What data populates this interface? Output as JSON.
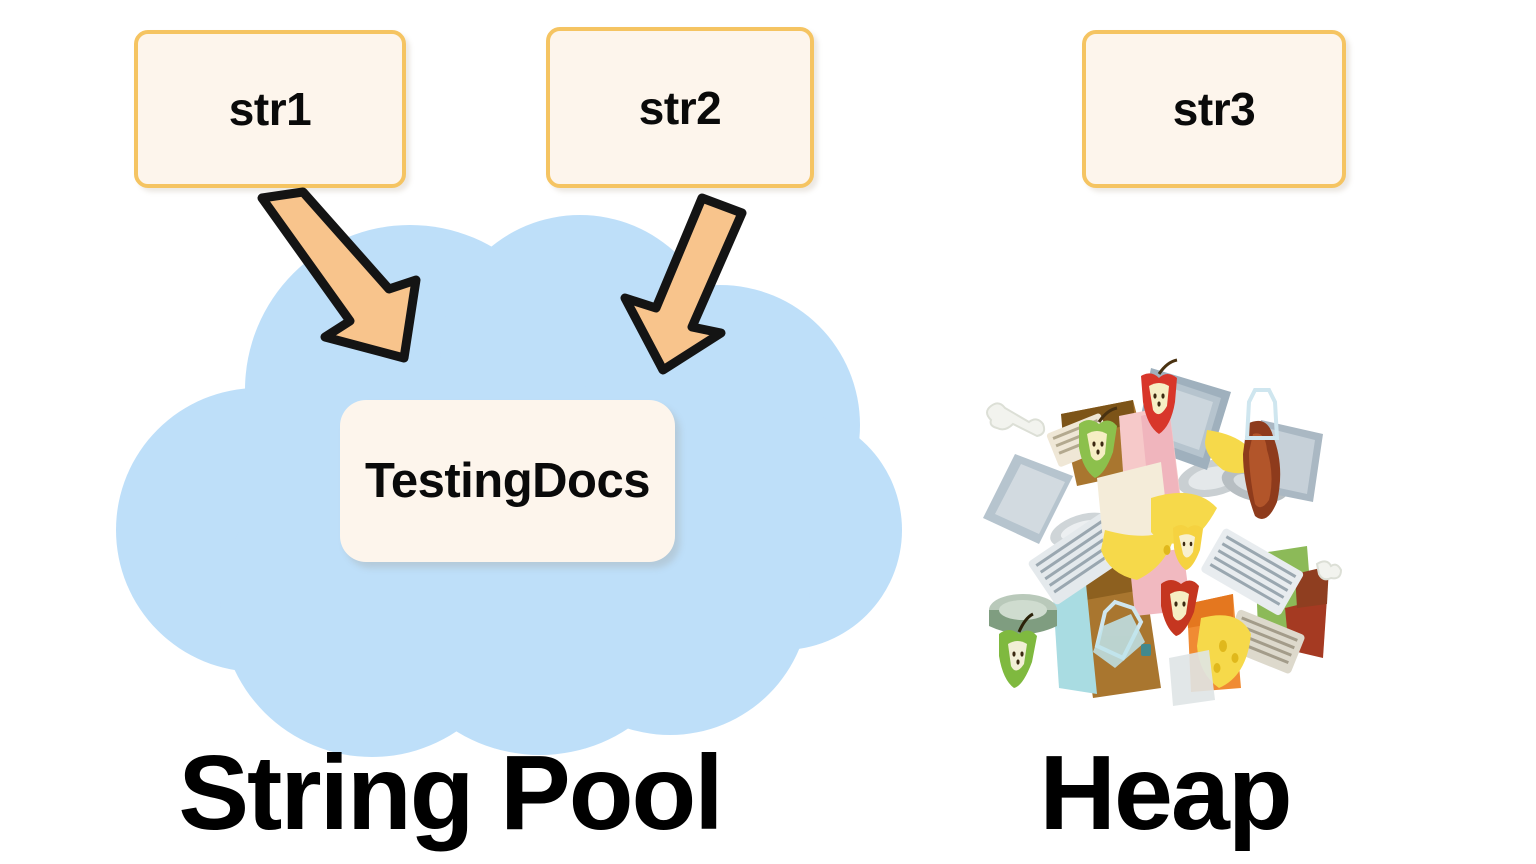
{
  "diagram": {
    "title": "Java String Pool and Heap memory diagram",
    "background_color": "#ffffff"
  },
  "colors": {
    "box_fill": "#fdf5ec",
    "box_border": "#f5c462",
    "cloud_fill": "#bedff9",
    "arrow_fill": "#f8c48c",
    "arrow_outline": "#111111",
    "text": "#0a0a0a"
  },
  "references": [
    {
      "id": "str1",
      "label": "str1"
    },
    {
      "id": "str2",
      "label": "str2"
    },
    {
      "id": "str3",
      "label": "str3"
    }
  ],
  "string_pool": {
    "caption": "String Pool",
    "interned_value": "TestingDocs"
  },
  "heap": {
    "caption": "Heap",
    "illustration": "garbage-pile-illustration"
  },
  "arrows": [
    {
      "id": "arrow-str1-to-pool",
      "from": "str1",
      "to": "TestingDocs",
      "direction": "down-right"
    },
    {
      "id": "arrow-str2-to-pool",
      "from": "str2",
      "to": "TestingDocs",
      "direction": "down-left"
    }
  ]
}
